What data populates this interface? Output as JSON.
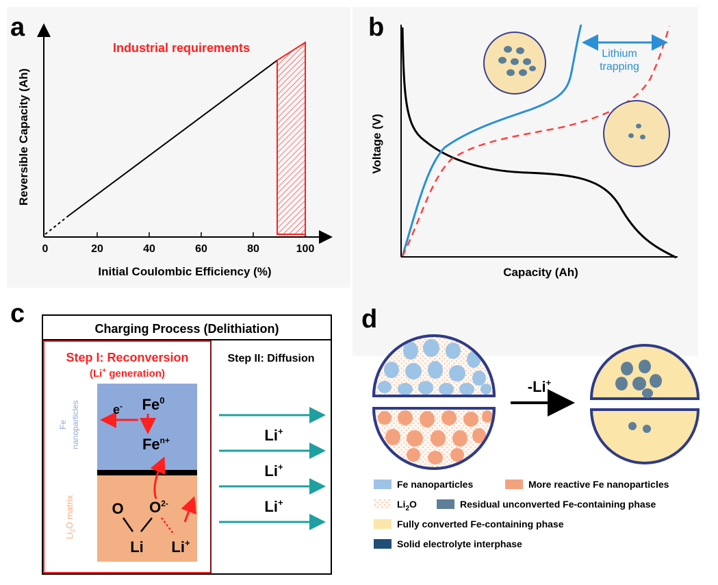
{
  "panels": {
    "a": {
      "letter": "a",
      "ylabel": "Reversible Capacity (Ah)",
      "xlabel": "Initial Coulombic Efficiency (%)",
      "xticks": [
        "0",
        "20",
        "40",
        "60",
        "80",
        "100"
      ],
      "annotation": "Industrial requirements",
      "colors": {
        "line": "#000000",
        "highlight": "#ff2020"
      }
    },
    "b": {
      "letter": "b",
      "ylabel": "Voltage (V)",
      "xlabel": "Capacity (Ah)",
      "annotation_line1": "Lithium",
      "annotation_line2": "trapping",
      "colors": {
        "discharge": "#000000",
        "charge": "#2a8fd6",
        "ideal": "#ff4040",
        "particle_fill": "#f8e3b0",
        "particle_edge": "#3a3f8f",
        "dots": "#5a7d9a"
      }
    },
    "c": {
      "letter": "c",
      "title": "Charging Process (Delithiation)",
      "step1_title": "Step I: Reconversion",
      "step1_sub_prefix": "(Li",
      "step1_sub_sup": "+",
      "step1_sub_suffix": " generation)",
      "step2_title": "Step II: Diffusion",
      "fe_label_line1": "Fe",
      "fe_label_line2": "nanoparticles",
      "matrix_label_prefix": "Li",
      "matrix_label_sub": "2",
      "matrix_label_suffix": "O matrix",
      "electron": "e",
      "electron_sup": "-",
      "fe0": "Fe",
      "fe0_sup": "0",
      "fen": "Fe",
      "fen_sup": "n+",
      "o_left": "O",
      "o2": "O",
      "o2_sup": "2-",
      "li_bottom": "Li",
      "li_ion": "Li",
      "li_ion_sup": "+",
      "diffusion_ions": [
        {
          "text": "Li",
          "sup": "+"
        },
        {
          "text": "Li",
          "sup": "+"
        },
        {
          "text": "Li",
          "sup": "+"
        }
      ],
      "colors": {
        "fe_region": "#8eaadb",
        "matrix_region": "#f2b084",
        "red": "#ff2020",
        "teal": "#1fa0a0"
      }
    },
    "d": {
      "letter": "d",
      "arrow_label": "-Li",
      "arrow_label_sup": "+",
      "legend": [
        {
          "label": "Fe nanoparticles",
          "color": "#9dc3e6"
        },
        {
          "label": "More reactive Fe nanoparticles",
          "color": "#f4a27e"
        },
        {
          "label": "Li",
          "sub": "2",
          "suffix": "O",
          "color": "#fce4d6"
        },
        {
          "label": "Residual unconverted Fe-containing phase",
          "color": "#5f7f99"
        },
        {
          "label": "Fully converted Fe-containing phase",
          "color": "#fbe5a8"
        },
        {
          "label": "Solid electrolyte interphase",
          "color": "#1f4e79"
        }
      ]
    }
  }
}
